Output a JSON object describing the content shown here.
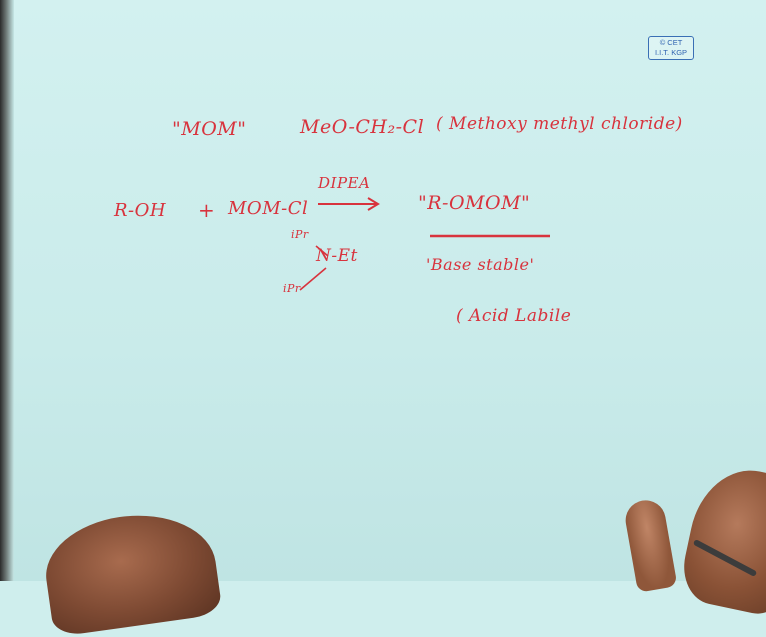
{
  "logo": {
    "line1": "© CET",
    "line2": "I.I.T. KGP"
  },
  "notes": {
    "mom_label": "\"MOM\"",
    "mom_formula": "MeO-CH₂-Cl",
    "mom_name": "( Methoxy methyl chloride)",
    "reactant_alcohol": "R-OH",
    "plus": "+",
    "reactant_mom": "MOM-Cl",
    "reagent": "DIPEA",
    "product": "\"R-OMOM\"",
    "ipr_top": "iPr",
    "amine": "N-Et",
    "ipr_bottom": "iPr",
    "property_base": "'Base stable'",
    "property_acid": "( Acid Labile"
  }
}
